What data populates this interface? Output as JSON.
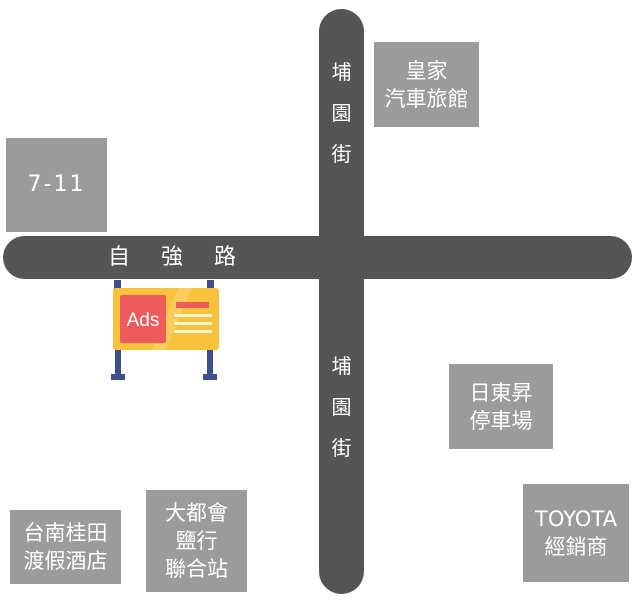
{
  "roads": {
    "horizontal": {
      "label": "自 強 路"
    },
    "vertical_top": {
      "chars": [
        "埔",
        "園",
        "街"
      ]
    },
    "vertical_bottom": {
      "chars": [
        "埔",
        "園",
        "街"
      ]
    }
  },
  "pois": {
    "seven_eleven": "7-11",
    "royal_motel": "皇家\n汽車旅館",
    "parking": "日東昇\n停車場",
    "toyota": "TOYOTA\n經銷商",
    "hotel": "台南桂田\n渡假酒店",
    "association": "大都會\n鹽行\n聯合站"
  },
  "billboard": {
    "label": "Ads"
  },
  "colors": {
    "road": "#555555",
    "poi_box": "#9b9b9b",
    "billboard_frame": "#f9c23c",
    "billboard_ad": "#ef5b5b",
    "billboard_post": "#3f4e8c"
  }
}
